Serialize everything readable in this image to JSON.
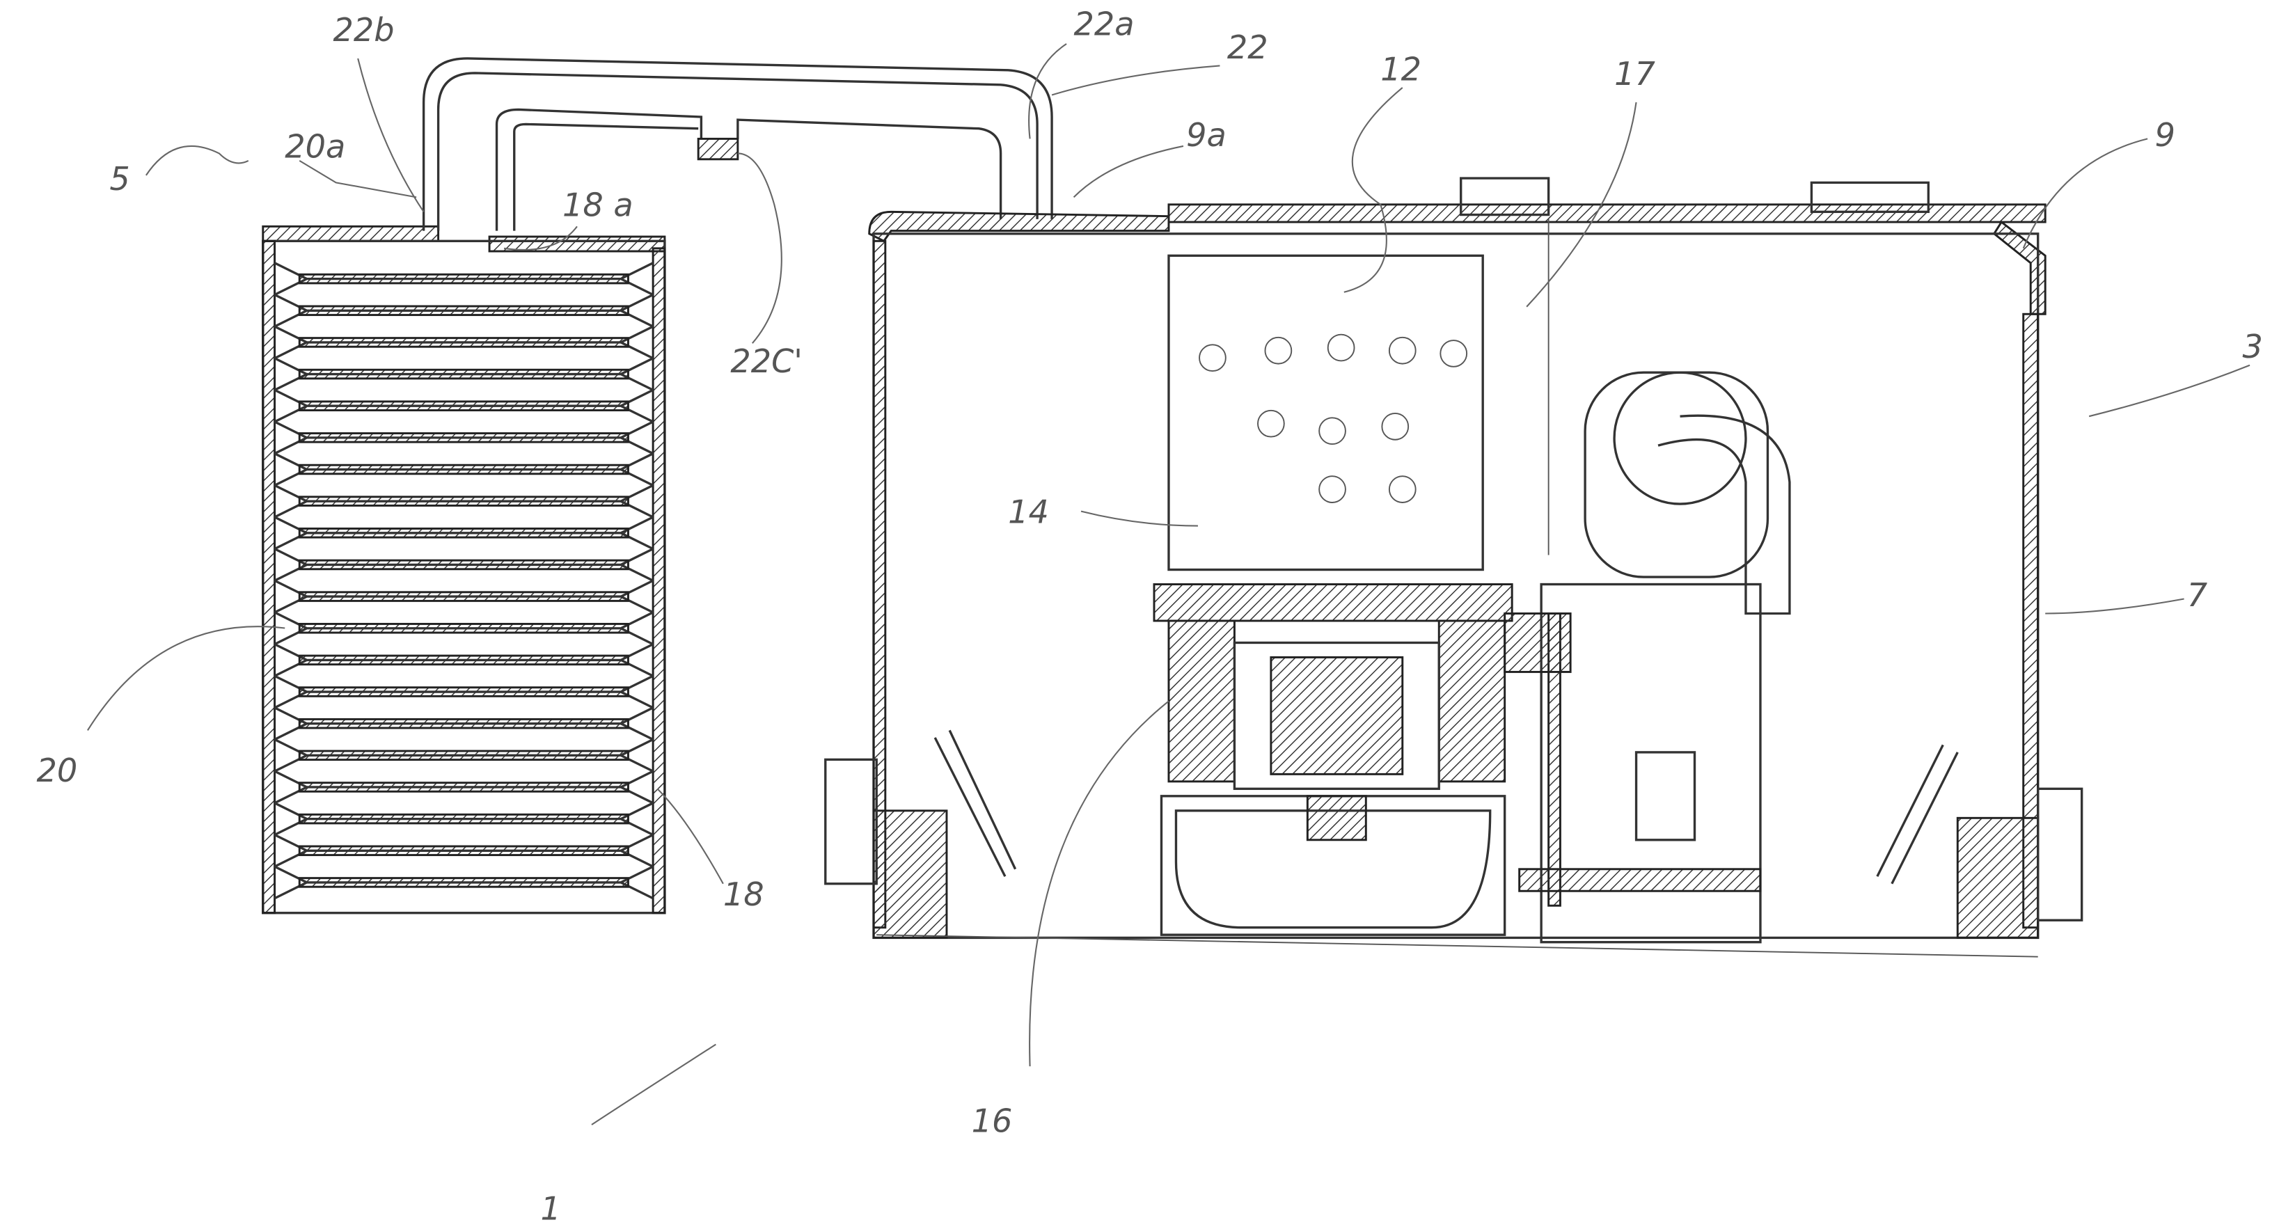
{
  "figure": {
    "title": "Cross-section of vacuum cleaner with filter unit",
    "labels": {
      "l22b": "22b",
      "l22a": "22a",
      "l22": "22",
      "l12": "12",
      "l17": "17",
      "l9a": "9a",
      "l9": "9",
      "l5": "5",
      "l20a": "20a",
      "l18a": "18 a",
      "l22c": "22C'",
      "l3": "3",
      "l14": "14",
      "l7": "7",
      "l20": "20",
      "l18": "18",
      "l16": "16",
      "l1": "1"
    },
    "filter_pleat_count": 20,
    "colors": {
      "line": "#333333",
      "label": "#555555"
    }
  }
}
